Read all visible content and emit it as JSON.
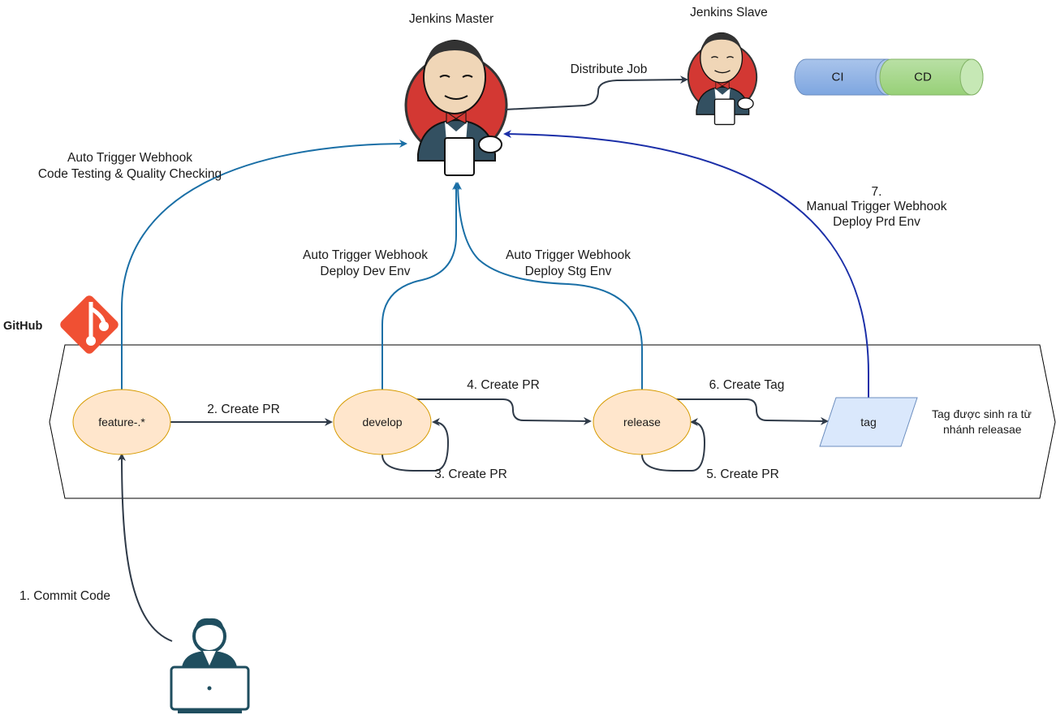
{
  "labels": {
    "jenkins_master": "Jenkins Master",
    "jenkins_slave": "Jenkins Slave",
    "github": "GitHub",
    "ci": "CI",
    "cd": "CD",
    "distribute_job": "Distribute Job",
    "auto_trigger_1": "Auto Trigger Webhook",
    "code_testing": "Code Testing & Quality Checking",
    "auto_trigger_dev": "Auto Trigger Webhook",
    "deploy_dev": "Deploy Dev Env",
    "auto_trigger_stg": "Auto Trigger Webhook",
    "deploy_stg": "Deploy Stg Env",
    "step7_num": "7.",
    "manual_trigger": "Manual Trigger Webhook",
    "deploy_prd": "Deploy Prd Env",
    "commit_code": "1. Commit Code",
    "create_pr_2": "2. Create PR",
    "create_pr_3": "3. Create PR",
    "create_pr_4": "4. Create PR",
    "create_pr_5": "5. Create PR",
    "create_tag_6": "6. Create Tag",
    "tag_note_1": "Tag được sinh ra từ",
    "tag_note_2": "nhánh releasae"
  },
  "nodes": {
    "feature": "feature-.*",
    "develop": "develop",
    "release": "release",
    "tag": "tag"
  },
  "colors": {
    "branch_fill": "#ffe6cc",
    "branch_stroke": "#d79b00",
    "tag_fill": "#dae8fc",
    "tag_stroke": "#6c8ebf",
    "ci_fill": "#7ea6e0",
    "cd_fill": "#97d077",
    "webhook_arrow": "#1a6fa6",
    "manual_arrow": "#1b2fa8",
    "flow_arrow": "#2f3a48",
    "git_red": "#f05033",
    "jenkins_red": "#d33833"
  },
  "icons": {
    "master": "jenkins-butler-icon",
    "slave": "jenkins-butler-icon",
    "github": "git-logo-icon",
    "developer": "developer-laptop-icon"
  }
}
